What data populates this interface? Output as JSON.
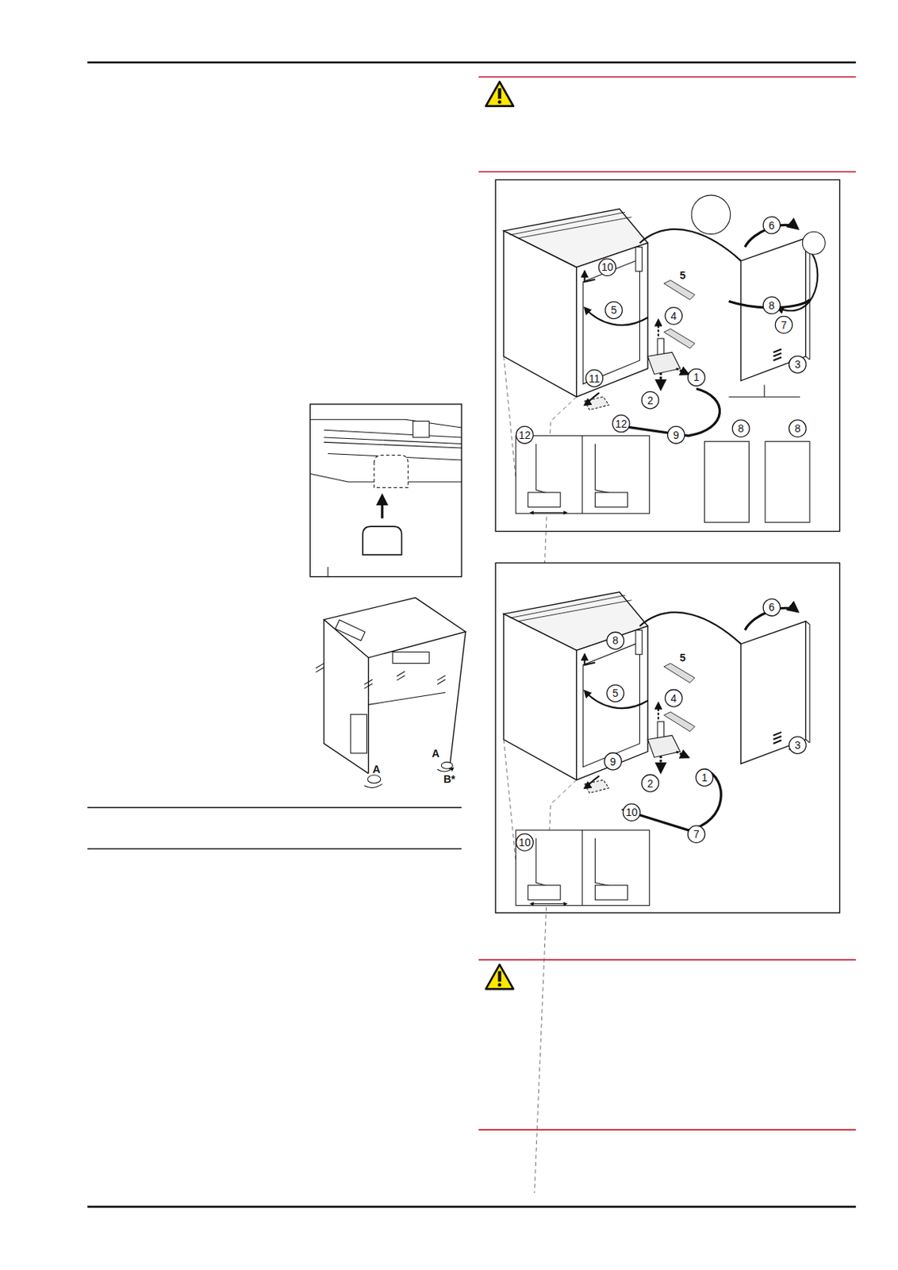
{
  "diagram": {
    "labels": [
      "10",
      "5",
      "6",
      "5",
      "4",
      "8",
      "7",
      "3",
      "11",
      "1",
      "2",
      "9",
      "12",
      "12",
      "8",
      "8",
      "6",
      "8",
      "5",
      "5",
      "4",
      "3",
      "9",
      "2",
      "1",
      "7",
      "10",
      "10",
      "A",
      "A",
      "B*"
    ]
  }
}
